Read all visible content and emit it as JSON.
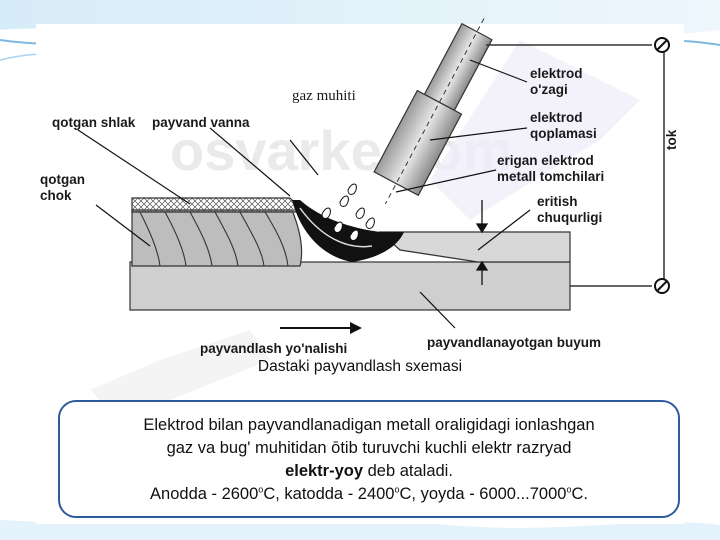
{
  "diagram": {
    "labels": {
      "gaz_muhiti": "gaz muhiti",
      "qotgan_shlak": "qotgan shlak",
      "payvand_vanna": "payvand vanna",
      "qotgan_chok": "qotgan\nchok",
      "elektrod_ozagi": "elektrod\no'zagi",
      "elektrod_qoplamasi": "elektrod\nqoplamasi",
      "erigan_elektrod": "erigan elektrod\nmetall tomchilari",
      "eritish_chuqurligi": "eritish\nchuqurligi",
      "tok": "tok",
      "payvandlash_yonalishi": "payvandlash yo'nalishi",
      "payvandlanayotgan_buyum": "payvandlanayotgan buyum"
    },
    "watermark": "osvarke.com"
  },
  "caption": "Dastaki payvandlash sxemasi",
  "info": {
    "line1": "Elektrod bilan payvandlanadigan metall oraligidagi ionlashgan",
    "line2": "gaz va bug' muhitidan ōtib turuvchi kuchli elektr razryad",
    "term": "elektr-yoy",
    "line3_rest": " deb ataladi.",
    "anod_label": "Anodda - 2600",
    "anod_unit": "C, katodda  -  2400",
    "katod_unit": "C, yoyda -  6000...7000",
    "yoy_unit": "C.",
    "degree": "o"
  },
  "colors": {
    "accent": "#2f5b9a",
    "metal": "#c8c8c8",
    "frame_blue": "#7fb8e0"
  }
}
